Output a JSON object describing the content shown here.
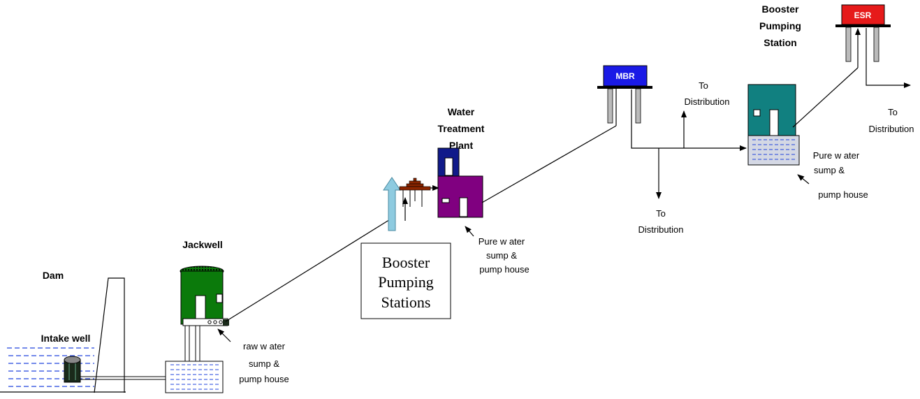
{
  "labels": {
    "dam": "Dam",
    "intake_well": "Intake well",
    "jackwell": "Jackwell",
    "raw_water": [
      "raw w ater",
      "sump &",
      "pump house"
    ],
    "booster_box": [
      "Booster",
      "Pumping",
      "Stations"
    ],
    "wtp": [
      "Water",
      "Treatment",
      "Plant"
    ],
    "pure_water_1": [
      "Pure w ater",
      "sump &",
      "pump house"
    ],
    "mbr": "MBR",
    "to_distribution_1": [
      "To",
      "Distribution"
    ],
    "to_distribution_2": [
      "To",
      "Distribution"
    ],
    "booster_station": [
      "Booster",
      "Pumping",
      "Station"
    ],
    "pure_water_2": [
      "Pure w ater",
      "sump &",
      "pump house"
    ],
    "esr": "ESR",
    "to_distribution_3": [
      "To",
      "Distribution"
    ]
  },
  "colors": {
    "water": "#2244dd",
    "jackwell": "#0b7a0b",
    "wtp_tower": "#101a8a",
    "wtp_building": "#800080",
    "mbr": "#1a1ae6",
    "esr": "#e61a1a",
    "booster_building": "#118080",
    "sump_fill": "#d4d8e4",
    "booster_arrow": "#8ecbe0"
  }
}
